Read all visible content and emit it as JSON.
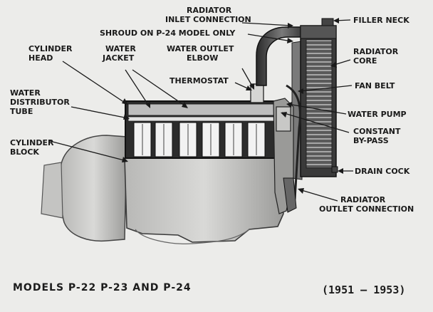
{
  "labels": {
    "radiator_inlet_1": "RADIATOR",
    "radiator_inlet_2": "INLET CONNECTION",
    "shroud": "SHROUD ON P-24 MODEL ONLY",
    "filler_neck": "FILLER NECK",
    "cylinder_head_1": "CYLINDER",
    "cylinder_head_2": "HEAD",
    "water_jacket_1": "WATER",
    "water_jacket_2": "JACKET",
    "water_outlet_1": "WATER OUTLET",
    "water_outlet_2": "ELBOW",
    "radiator_core_1": "RADIATOR",
    "radiator_core_2": "CORE",
    "thermostat": "THERMOSTAT",
    "fan_belt": "FAN BELT",
    "water_dist_1": "WATER",
    "water_dist_2": "DISTRIBUTOR",
    "water_dist_3": "TUBE",
    "water_pump": "WATER PUMP",
    "constant_1": "CONSTANT",
    "constant_2": "BY-PASS",
    "cylinder_block_1": "CYLINDER",
    "cylinder_block_2": "BLOCK",
    "drain_cock": "DRAIN COCK",
    "outlet_conn_1": "RADIATOR",
    "outlet_conn_2": "OUTLET CONNECTION"
  },
  "caption": {
    "models": "MODELS  P-22  P-23  AND  P-24",
    "years": "(1951 — 1953)"
  }
}
